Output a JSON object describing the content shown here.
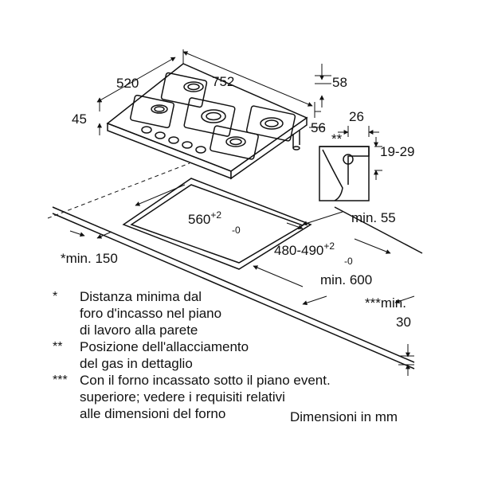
{
  "dimensions": {
    "width": "520",
    "length": "752",
    "height": "45",
    "right_top": "58",
    "right_side": "56",
    "detail_width": "26",
    "detail_height": "19-29",
    "detail_mark": "**",
    "cutout_length": "560",
    "cutout_length_tol_plus": "+2",
    "cutout_length_tol_minus": "-0",
    "cutout_depth": "480-490",
    "cutout_depth_tol_plus": "+2",
    "cutout_depth_tol_minus": "-0",
    "min_55": "min. 55",
    "min_150": "*min. 150",
    "min_600": "min. 600",
    "min_30_a": "***min.",
    "min_30_b": "30"
  },
  "notes": [
    {
      "mark": "*",
      "text": [
        "Distanza minima dal",
        "foro d'incasso nel piano",
        "di lavoro alla parete"
      ]
    },
    {
      "mark": "**",
      "text": [
        "Posizione dell'allacciamento",
        "del gas in dettaglio"
      ]
    },
    {
      "mark": "***",
      "text": [
        "Con il forno incassato sotto il piano event.",
        "superiore; vedere i requisiti relativi",
        "alle dimensioni del forno"
      ]
    }
  ],
  "units_label": "Dimensioni in mm"
}
